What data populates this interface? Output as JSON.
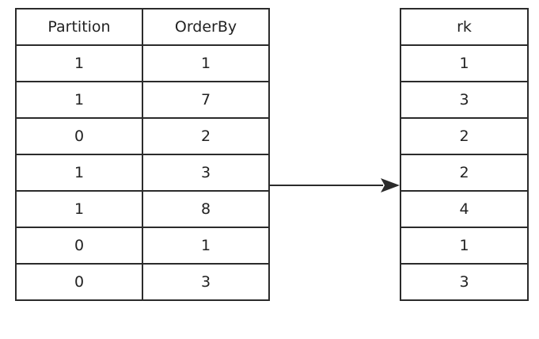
{
  "left_table": {
    "headers": [
      "Partition",
      "OrderBy"
    ],
    "rows": [
      [
        "1",
        "1"
      ],
      [
        "1",
        "7"
      ],
      [
        "0",
        "2"
      ],
      [
        "1",
        "3"
      ],
      [
        "1",
        "8"
      ],
      [
        "0",
        "1"
      ],
      [
        "0",
        "3"
      ]
    ]
  },
  "right_table": {
    "header": "rk",
    "rows": [
      "1",
      "3",
      "2",
      "2",
      "4",
      "1",
      "3"
    ]
  },
  "colors": {
    "border": "#2b2b2b",
    "text": "#222222",
    "arrow": "#2b2b2b"
  }
}
